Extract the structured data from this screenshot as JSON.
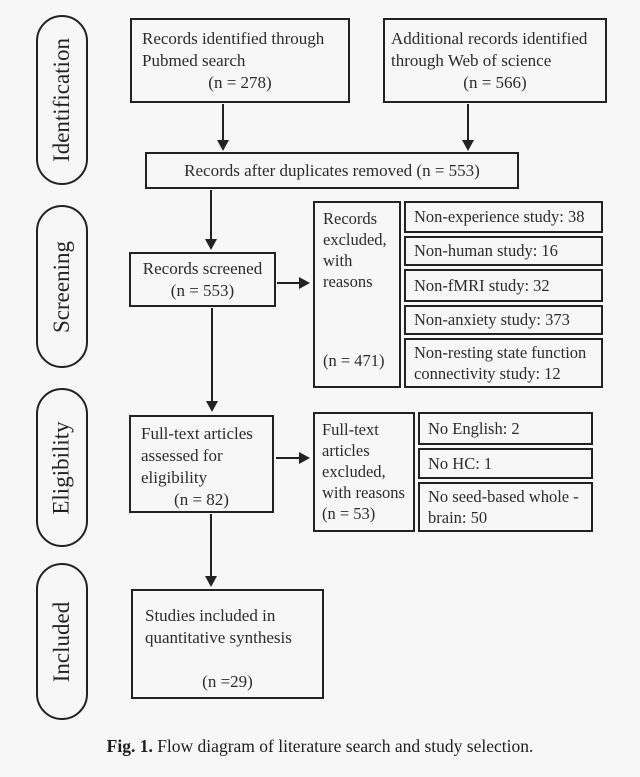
{
  "stages": {
    "identification": "Identification",
    "screening": "Screening",
    "eligibility": "Eligibility",
    "included": "Included"
  },
  "boxes": {
    "pubmed": {
      "line1": "Records identified through",
      "line2": "Pubmed search",
      "n": "(n = 278)"
    },
    "web_of_science": {
      "line1": "Additional records identified",
      "line2": "through Web of science",
      "n": "(n = 566)"
    },
    "duplicates_removed": {
      "text": "Records after duplicates removed (n = 553)"
    },
    "records_screened": {
      "line1": "Records screened",
      "n": "(n = 553)"
    },
    "fulltext_assessed": {
      "line1": "Full-text articles",
      "line2": "assessed for",
      "line3": "eligibility",
      "n": "(n = 82)"
    },
    "studies_included": {
      "line1": "Studies included in",
      "line2": "quantitative synthesis",
      "n": "(n =29)"
    }
  },
  "exclusions_screening": {
    "label": "Records excluded, with reasons",
    "n": "(n = 471)",
    "reasons": [
      "Non-experience study: 38",
      "Non-human study: 16",
      "Non-fMRI study: 32",
      "Non-anxiety study: 373",
      "Non-resting state function connectivity study: 12"
    ]
  },
  "exclusions_eligibility": {
    "label": "Full-text articles excluded, with reasons",
    "n": "(n = 53)",
    "reasons": [
      "No English: 2",
      "No HC: 1",
      "No seed-based whole -brain: 50"
    ]
  },
  "caption": {
    "label": "Fig. 1.",
    "text": " Flow diagram of literature search and study selection."
  },
  "colors": {
    "background": "#f7f7f7",
    "line": "#222222",
    "text": "#2b2b2b"
  }
}
